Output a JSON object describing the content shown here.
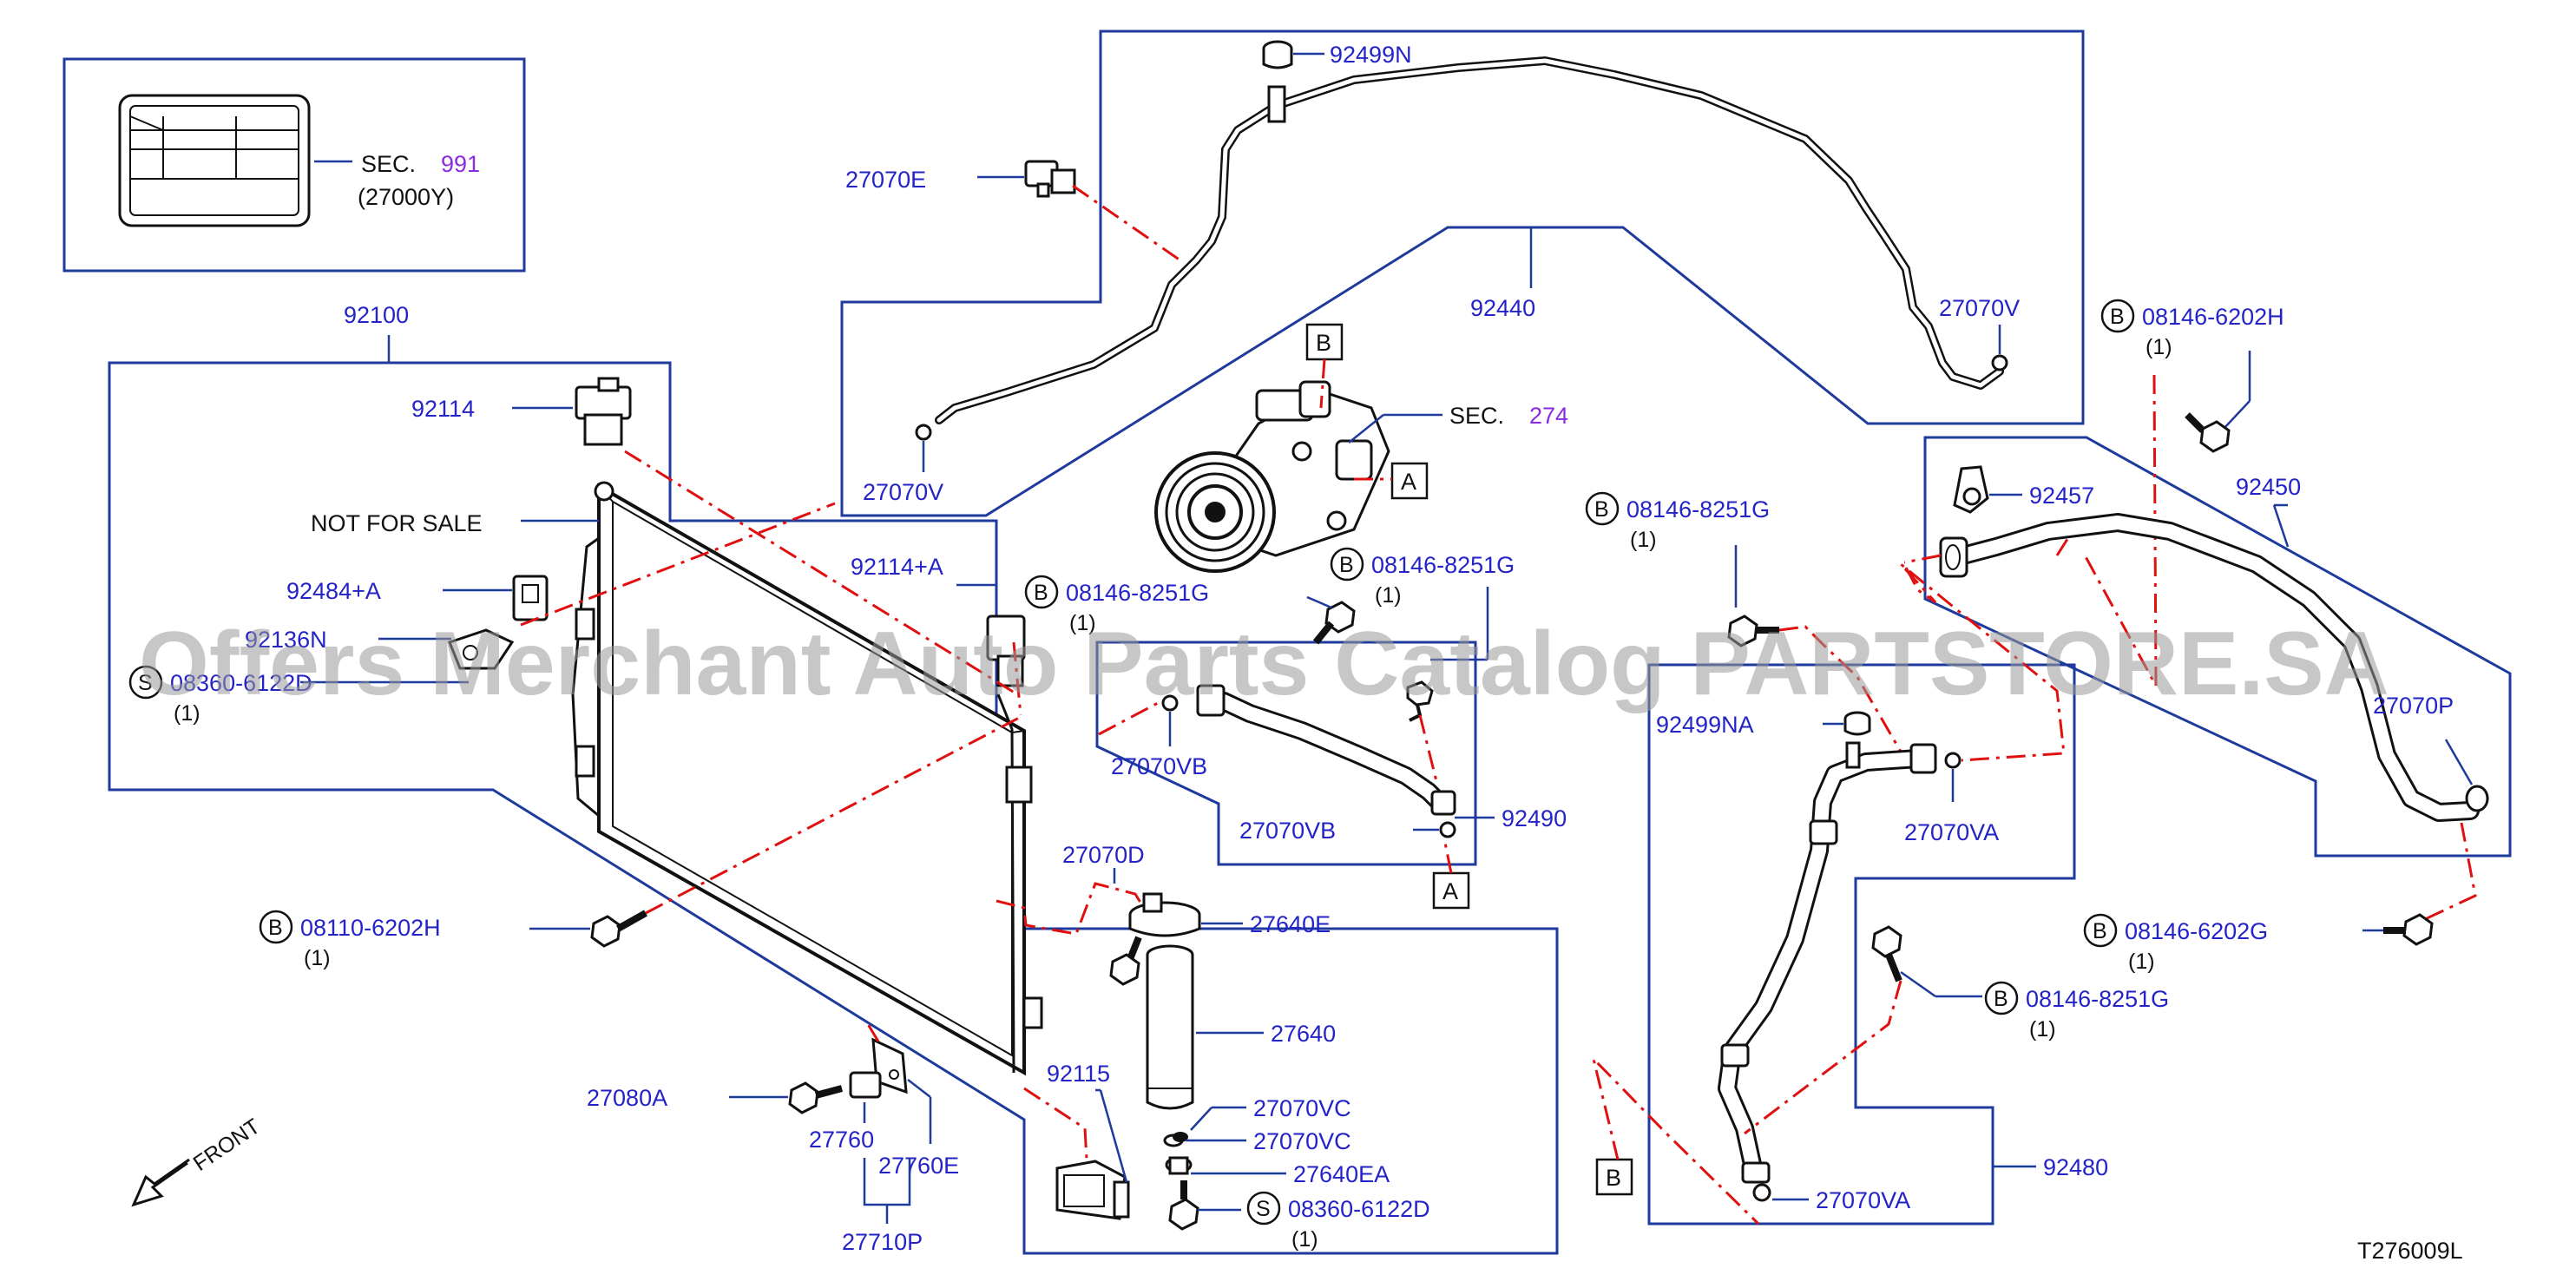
{
  "watermark": "Offers Merchant Auto Parts Catalog PARTSTORE.SA",
  "diagram_id": "T276009L",
  "not_for_sale": "NOT  FOR  SALE",
  "front": "FRONT",
  "sec_991": {
    "prefix": "SEC.",
    "num": "991",
    "sub": "(27000Y)"
  },
  "sec_274": {
    "prefix": "SEC.",
    "num": "274"
  },
  "bolt_letters": {
    "B": "B",
    "S": "S"
  },
  "callouts": {
    "A": "A",
    "B": "B"
  },
  "qty": "(1)",
  "parts": {
    "p92499N": "92499N",
    "p27070E": "27070E",
    "p27070V_top": "27070V",
    "p27070V_left": "27070V",
    "p92440": "92440",
    "p92100": "92100",
    "p92114": "92114",
    "p92484A": "92484+A",
    "p92136N": "92136N",
    "p08360_122D": "08360-6122D",
    "p92114A": "92114+A",
    "p08146_8251G_1": "08146-8251G",
    "p08146_8251G_2": "08146-8251G",
    "p08146_8251G_3": "08146-8251G",
    "p08146_8251G_4": "08146-8251G",
    "p27070VB_1": "27070VB",
    "p27070VB_2": "27070VB",
    "p92490": "92490",
    "p08146_6202H": "08146-6202H",
    "p92457": "92457",
    "p92450": "92450",
    "p27070P": "27070P",
    "p92499NA": "92499NA",
    "p27070VA_1": "27070VA",
    "p27070VA_2": "27070VA",
    "p08146_6202G": "08146-6202G",
    "p92480": "92480",
    "p27070D": "27070D",
    "p27640E": "27640E",
    "p27640": "27640",
    "p27640EA": "27640EA",
    "p08110_6202H": "08110-6202H",
    "p92115": "92115",
    "p27070VC_1": "27070VC",
    "p27070VC_2": "27070VC",
    "p08360_6122D": "08360-6122D",
    "p27080A": "27080A",
    "p27760": "27760",
    "p27760E": "27760E",
    "p27710P": "27710P"
  }
}
